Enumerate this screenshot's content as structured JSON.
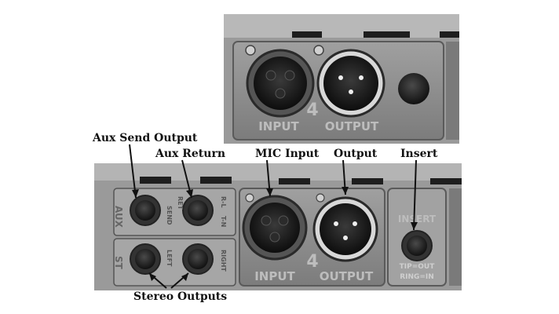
{
  "callouts": {
    "aux_send_output": "Aux Send Output",
    "aux_return": "Aux Return",
    "mic_input": "MIC Input",
    "output": "Output",
    "insert": "Insert",
    "stereo_outputs": "Stereo Outputs"
  },
  "top_panel": {
    "channel_number": "4",
    "input_label": "INPUT",
    "output_label": "OUTPUT"
  },
  "bottom_panel": {
    "aux_label": "AUX",
    "st_label": "ST",
    "send_label": "SEND",
    "ret_label": "RET",
    "rl_label": "R-L",
    "tn_label": "T-N",
    "left_label": "LEFT",
    "right_label": "RIGHT",
    "channel_number": "4",
    "input_label": "INPUT",
    "output_label": "OUTPUT",
    "insert_label": "INSERT",
    "tip_label": "TIP=OUT",
    "ring_label": "RING=IN"
  },
  "colors": {
    "panel": "#8c8c8c",
    "panel_dark": "#6e6e6e",
    "jack": "#1a1a1a",
    "text": "#111111"
  }
}
